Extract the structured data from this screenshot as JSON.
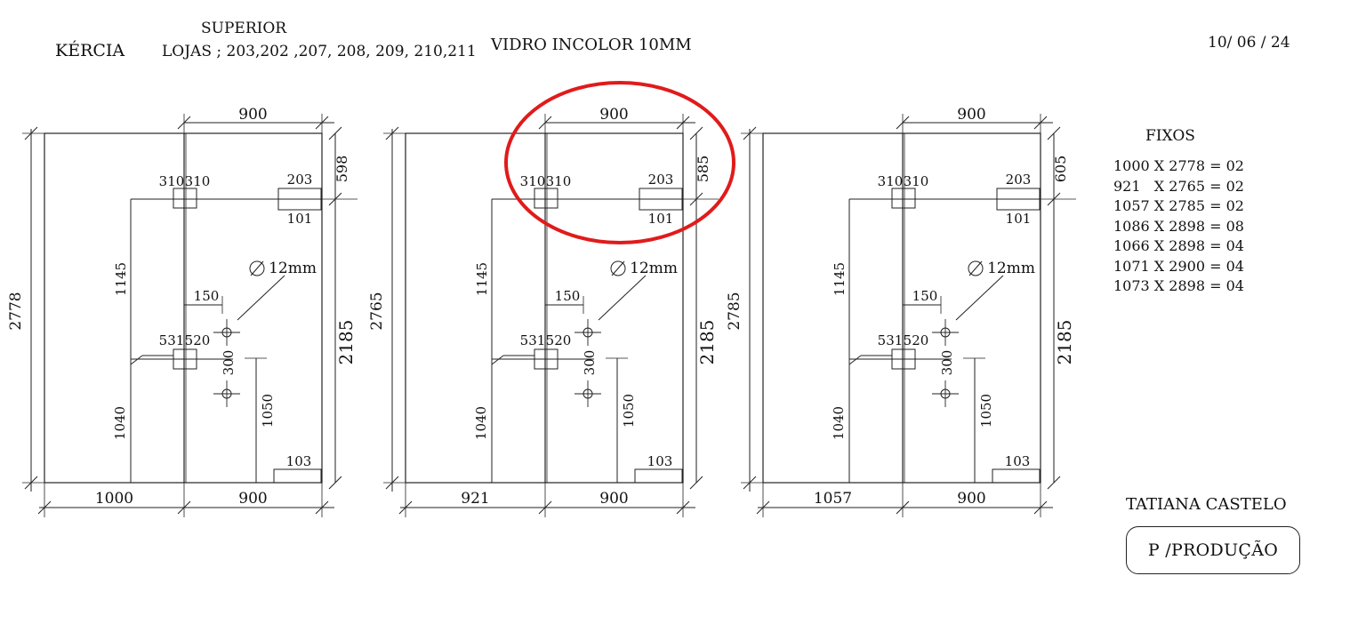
{
  "header": {
    "client": "KÉRCIA",
    "level": "SUPERIOR",
    "stores": "LOJAS ; 203,202 ,207, 208, 209, 210,211",
    "material": "VIDRO INCOLOR 10MM",
    "date": "10/ 06 / 24"
  },
  "fixos": {
    "title": "FIXOS",
    "items": [
      "1000 X 2778 = 02",
      "921   X 2765 = 02",
      "1057 X 2785 = 02",
      "1086 X 2898 = 08",
      "1066 X 2898 = 04",
      "1071 X 2900 = 04",
      "1073 X 2898 = 04"
    ]
  },
  "footer": {
    "name": "TATIANA CASTELO",
    "stamp": "P /PRODUÇÃO"
  },
  "panels": [
    {
      "height": "2778",
      "left_width": "1000",
      "right_width": "900",
      "top_width": "900",
      "top_right": "598",
      "right_side": "2185",
      "hinge_top": "310",
      "hinge_top2": "310",
      "hinge_bottom": "531",
      "hinge_bottom2": "520",
      "cut_top": "203",
      "cut_bottom": "101",
      "corner": "103",
      "upper_left": "1145",
      "lower_left": "1040",
      "handle_offset": "150",
      "hole_spacing": "300",
      "hole_height": "1050",
      "hole_diameter": "12mm"
    },
    {
      "height": "2765",
      "left_width": "921",
      "right_width": "900",
      "top_width": "900",
      "top_right": "585",
      "right_side": "2185",
      "hinge_top": "310",
      "hinge_top2": "310",
      "hinge_bottom": "531",
      "hinge_bottom2": "520",
      "cut_top": "203",
      "cut_bottom": "101",
      "corner": "103",
      "upper_left": "1145",
      "lower_left": "1040",
      "handle_offset": "150",
      "hole_spacing": "300",
      "hole_height": "1050",
      "hole_diameter": "12mm"
    },
    {
      "height": "2785",
      "left_width": "1057",
      "right_width": "900",
      "top_width": "900",
      "top_right": "605",
      "right_side": "2185",
      "hinge_top": "310",
      "hinge_top2": "310",
      "hinge_bottom": "531",
      "hinge_bottom2": "520",
      "cut_top": "203",
      "cut_bottom": "101",
      "corner": "103",
      "upper_left": "1145",
      "lower_left": "1040",
      "handle_offset": "150",
      "hole_spacing": "300",
      "hole_height": "1050",
      "hole_diameter": "12mm"
    }
  ],
  "highlight_color": "#e01b1b"
}
